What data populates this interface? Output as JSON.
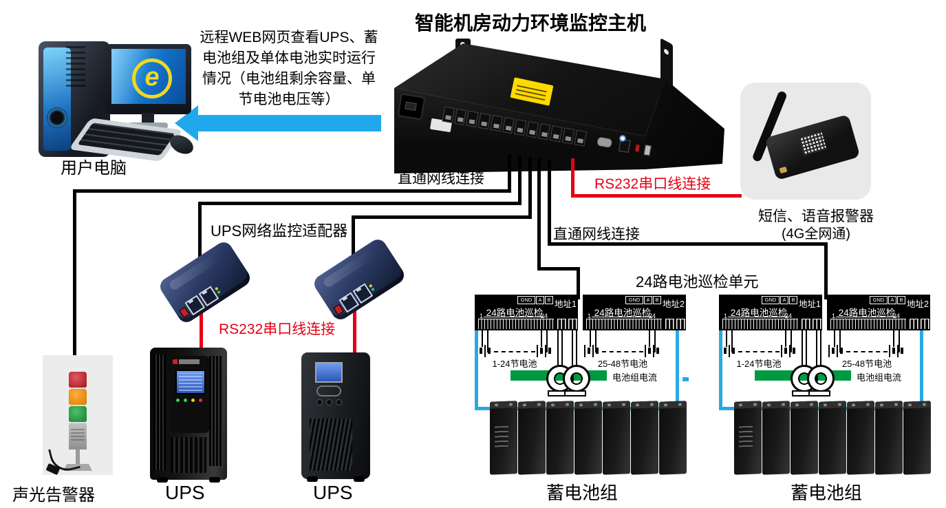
{
  "title": "智能机房动力环境监控主机",
  "web_note": {
    "lines": [
      "远程WEB网页查看UPS、蓄",
      "电池组及单体电池实时运行",
      "情况（电池组剩余容量、单",
      "节电池电压等）"
    ]
  },
  "computer": {
    "label": "用户电脑"
  },
  "tower_alarm": {
    "label": "声光告警器"
  },
  "ups": {
    "adapter_label": "UPS网络监控适配器",
    "rs232_label": "RS232串口线连接",
    "unit1_label": "UPS",
    "unit2_label": "UPS"
  },
  "host_links": {
    "net_label_top": "直通网线连接",
    "net_label_mid": "直通网线连接",
    "rs232_label": "RS232串口线连接"
  },
  "sms_alarm": {
    "name": "短信、语音报警器",
    "sub": "(4G全网通)"
  },
  "battery_monitor": {
    "section_label": "24路电池巡检单元",
    "groups": [
      {
        "modules": [
          {
            "gnd": "GND",
            "a": "A",
            "b": "B",
            "addr": "地址1",
            "title": "24路电池巡检",
            "s1": "1",
            "s2": "24"
          },
          {
            "gnd": "GND",
            "a": "A",
            "b": "B",
            "addr": "地址2",
            "title": "24路电池巡检",
            "s1": "1",
            "s2": "24"
          }
        ],
        "left_label": "1-24节电池",
        "right_label": "25-48节电池",
        "current_label": "电池组电流",
        "bank_label": "蓄电池组"
      },
      {
        "modules": [
          {
            "gnd": "GND",
            "a": "A",
            "b": "B",
            "addr": "地址1",
            "title": "24路电池巡检",
            "s1": "1",
            "s2": "24"
          },
          {
            "gnd": "GND",
            "a": "A",
            "b": "B",
            "addr": "地址2",
            "title": "24路电池巡检",
            "s1": "1",
            "s2": "24"
          }
        ],
        "left_label": "1-24节电池",
        "right_label": "25-48节电池",
        "current_label": "电池组电流",
        "bank_label": "蓄电池组"
      }
    ]
  },
  "colors": {
    "wire": "#000000",
    "rs232_red": "#e60014",
    "network_cyan": "#29a9e1",
    "arrow_blue": "#21a7ec",
    "current_green": "#00993f"
  }
}
